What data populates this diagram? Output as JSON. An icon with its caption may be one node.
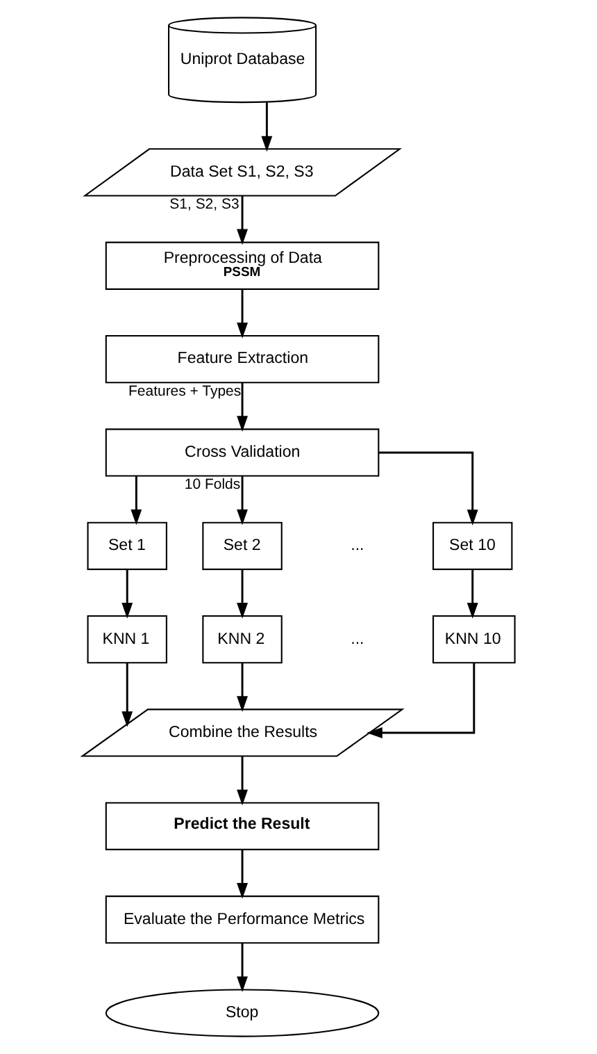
{
  "diagram": {
    "nodes": [
      {
        "text": [
          "Uniprot Database"
        ]
      },
      {
        "text": [
          "Data Set S1, S2, S3"
        ]
      },
      {
        "text": [
          "Preprocessing of Data",
          "PSSM"
        ]
      },
      {
        "text": [
          "Feature Extraction"
        ]
      },
      {
        "text": [
          "Cross Validation"
        ]
      },
      {
        "text": [
          "Set 1"
        ]
      },
      {
        "text": [
          "Set 2"
        ]
      },
      {
        "text": [
          "Set 10"
        ]
      },
      {
        "text": [
          "KNN 1"
        ]
      },
      {
        "text": [
          "KNN 2"
        ]
      },
      {
        "text": [
          "KNN 10"
        ]
      },
      {
        "text": [
          "Combine the Results"
        ]
      },
      {
        "text": [
          "Predict the Result"
        ]
      },
      {
        "text": [
          "Evaluate the Performance Metrics"
        ]
      },
      {
        "text": [
          "Stop"
        ]
      }
    ],
    "edges": [
      {
        "from": 0,
        "to": 1,
        "arrow": "to"
      },
      {
        "from": 1,
        "to": 2,
        "arrow": "to",
        "label": "S1, S2, S3"
      },
      {
        "from": 2,
        "to": 3,
        "arrow": "to"
      },
      {
        "from": 3,
        "to": 4,
        "arrow": "to",
        "label": "Features + Types"
      },
      {
        "from": 4,
        "to": 5,
        "arrow": "to"
      },
      {
        "from": 4,
        "to": 6,
        "arrow": "to",
        "label": "10 Folds"
      },
      {
        "from": 4,
        "to": 7,
        "arrow": "to"
      },
      {
        "from": 5,
        "to": 8,
        "arrow": "to"
      },
      {
        "from": 6,
        "to": 9,
        "arrow": "to"
      },
      {
        "from": 7,
        "to": 10,
        "arrow": "to"
      },
      {
        "from": 8,
        "to": 11,
        "arrow": "to"
      },
      {
        "from": 9,
        "to": 11,
        "arrow": "to"
      },
      {
        "from": 10,
        "to": 11,
        "arrow": "to"
      },
      {
        "from": 11,
        "to": 12,
        "arrow": "to"
      },
      {
        "from": 12,
        "to": 13,
        "arrow": "to"
      },
      {
        "from": 13,
        "to": 14,
        "arrow": "to"
      }
    ],
    "labels": [
      "...",
      "..."
    ]
  }
}
